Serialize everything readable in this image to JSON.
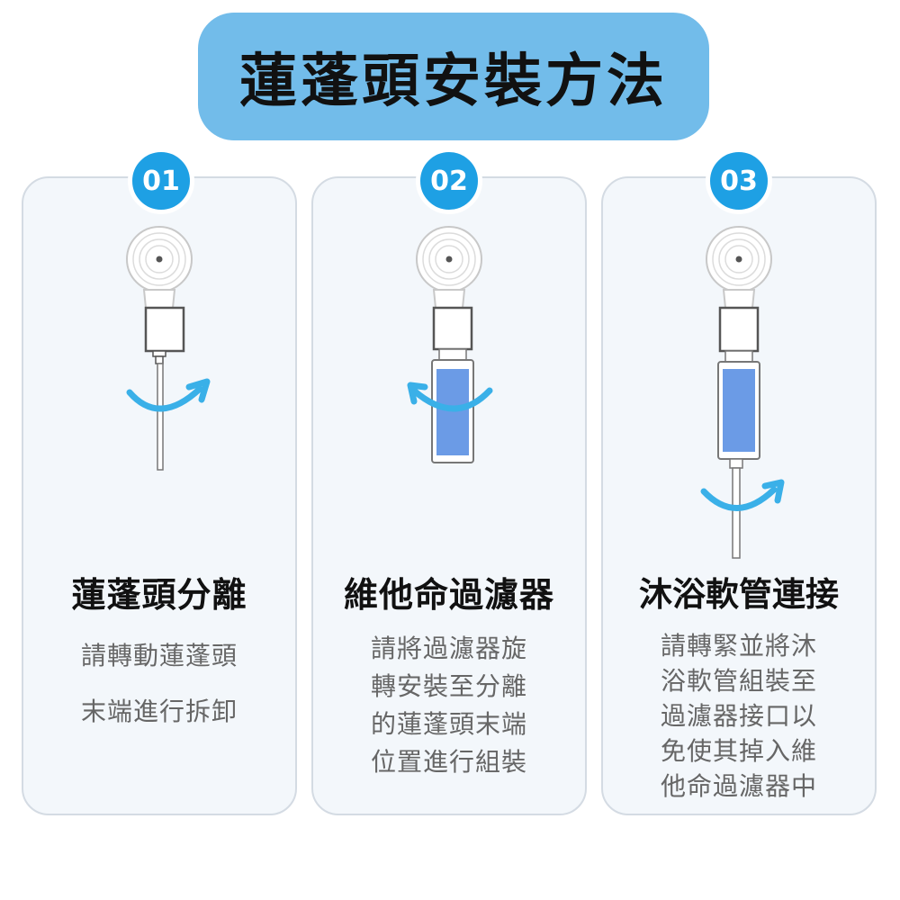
{
  "title": "蓮蓬頭安裝方法",
  "colors": {
    "banner": "#72bcea",
    "badge": "#1ea0e4",
    "arrow": "#3ab0e8",
    "filter": "#6b9be6"
  },
  "steps": [
    {
      "number": "01",
      "title": "蓮蓬頭分離",
      "desc": [
        "請轉動蓮蓬頭",
        "末端進行拆卸"
      ]
    },
    {
      "number": "02",
      "title": "維他命過濾器",
      "desc": [
        "請將過濾器旋",
        "轉安裝至分離",
        "的蓮蓬頭末端",
        "位置進行組裝"
      ]
    },
    {
      "number": "03",
      "title": "沐浴軟管連接",
      "desc": [
        "請轉緊並將沐",
        "浴軟管組裝至",
        "過濾器接口以",
        "免使其掉入維",
        "他命過濾器中"
      ]
    }
  ]
}
